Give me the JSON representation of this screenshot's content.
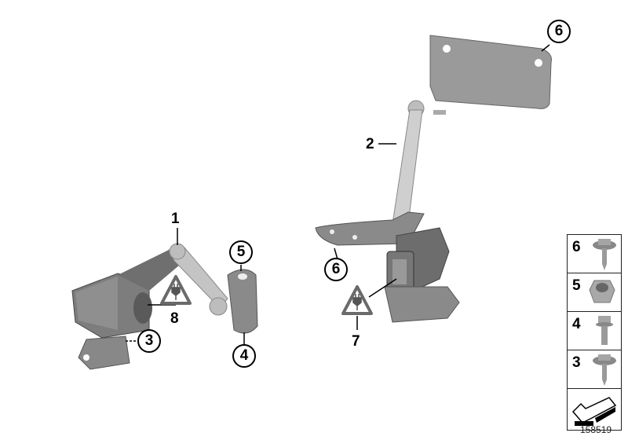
{
  "diagram": {
    "type": "parts-catalog-exploded-view",
    "callouts": [
      {
        "id": "c1",
        "label": "1"
      },
      {
        "id": "c2",
        "label": "2"
      },
      {
        "id": "c3",
        "label": "3"
      },
      {
        "id": "c4",
        "label": "4"
      },
      {
        "id": "c5",
        "label": "5"
      },
      {
        "id": "c6a",
        "label": "6"
      },
      {
        "id": "c6b",
        "label": "6"
      },
      {
        "id": "c7",
        "label": "7"
      },
      {
        "id": "c8",
        "label": "8"
      }
    ],
    "legend": [
      {
        "label": "6",
        "part": "hex-screw-with-washer-self-tapping"
      },
      {
        "label": "5",
        "part": "hex-nut"
      },
      {
        "label": "4",
        "part": "hex-bolt"
      },
      {
        "label": "3",
        "part": "hex-screw-with-washer-self-tapping"
      },
      {
        "label": "",
        "part": "direction-arrow"
      }
    ],
    "image_id": "158519"
  }
}
